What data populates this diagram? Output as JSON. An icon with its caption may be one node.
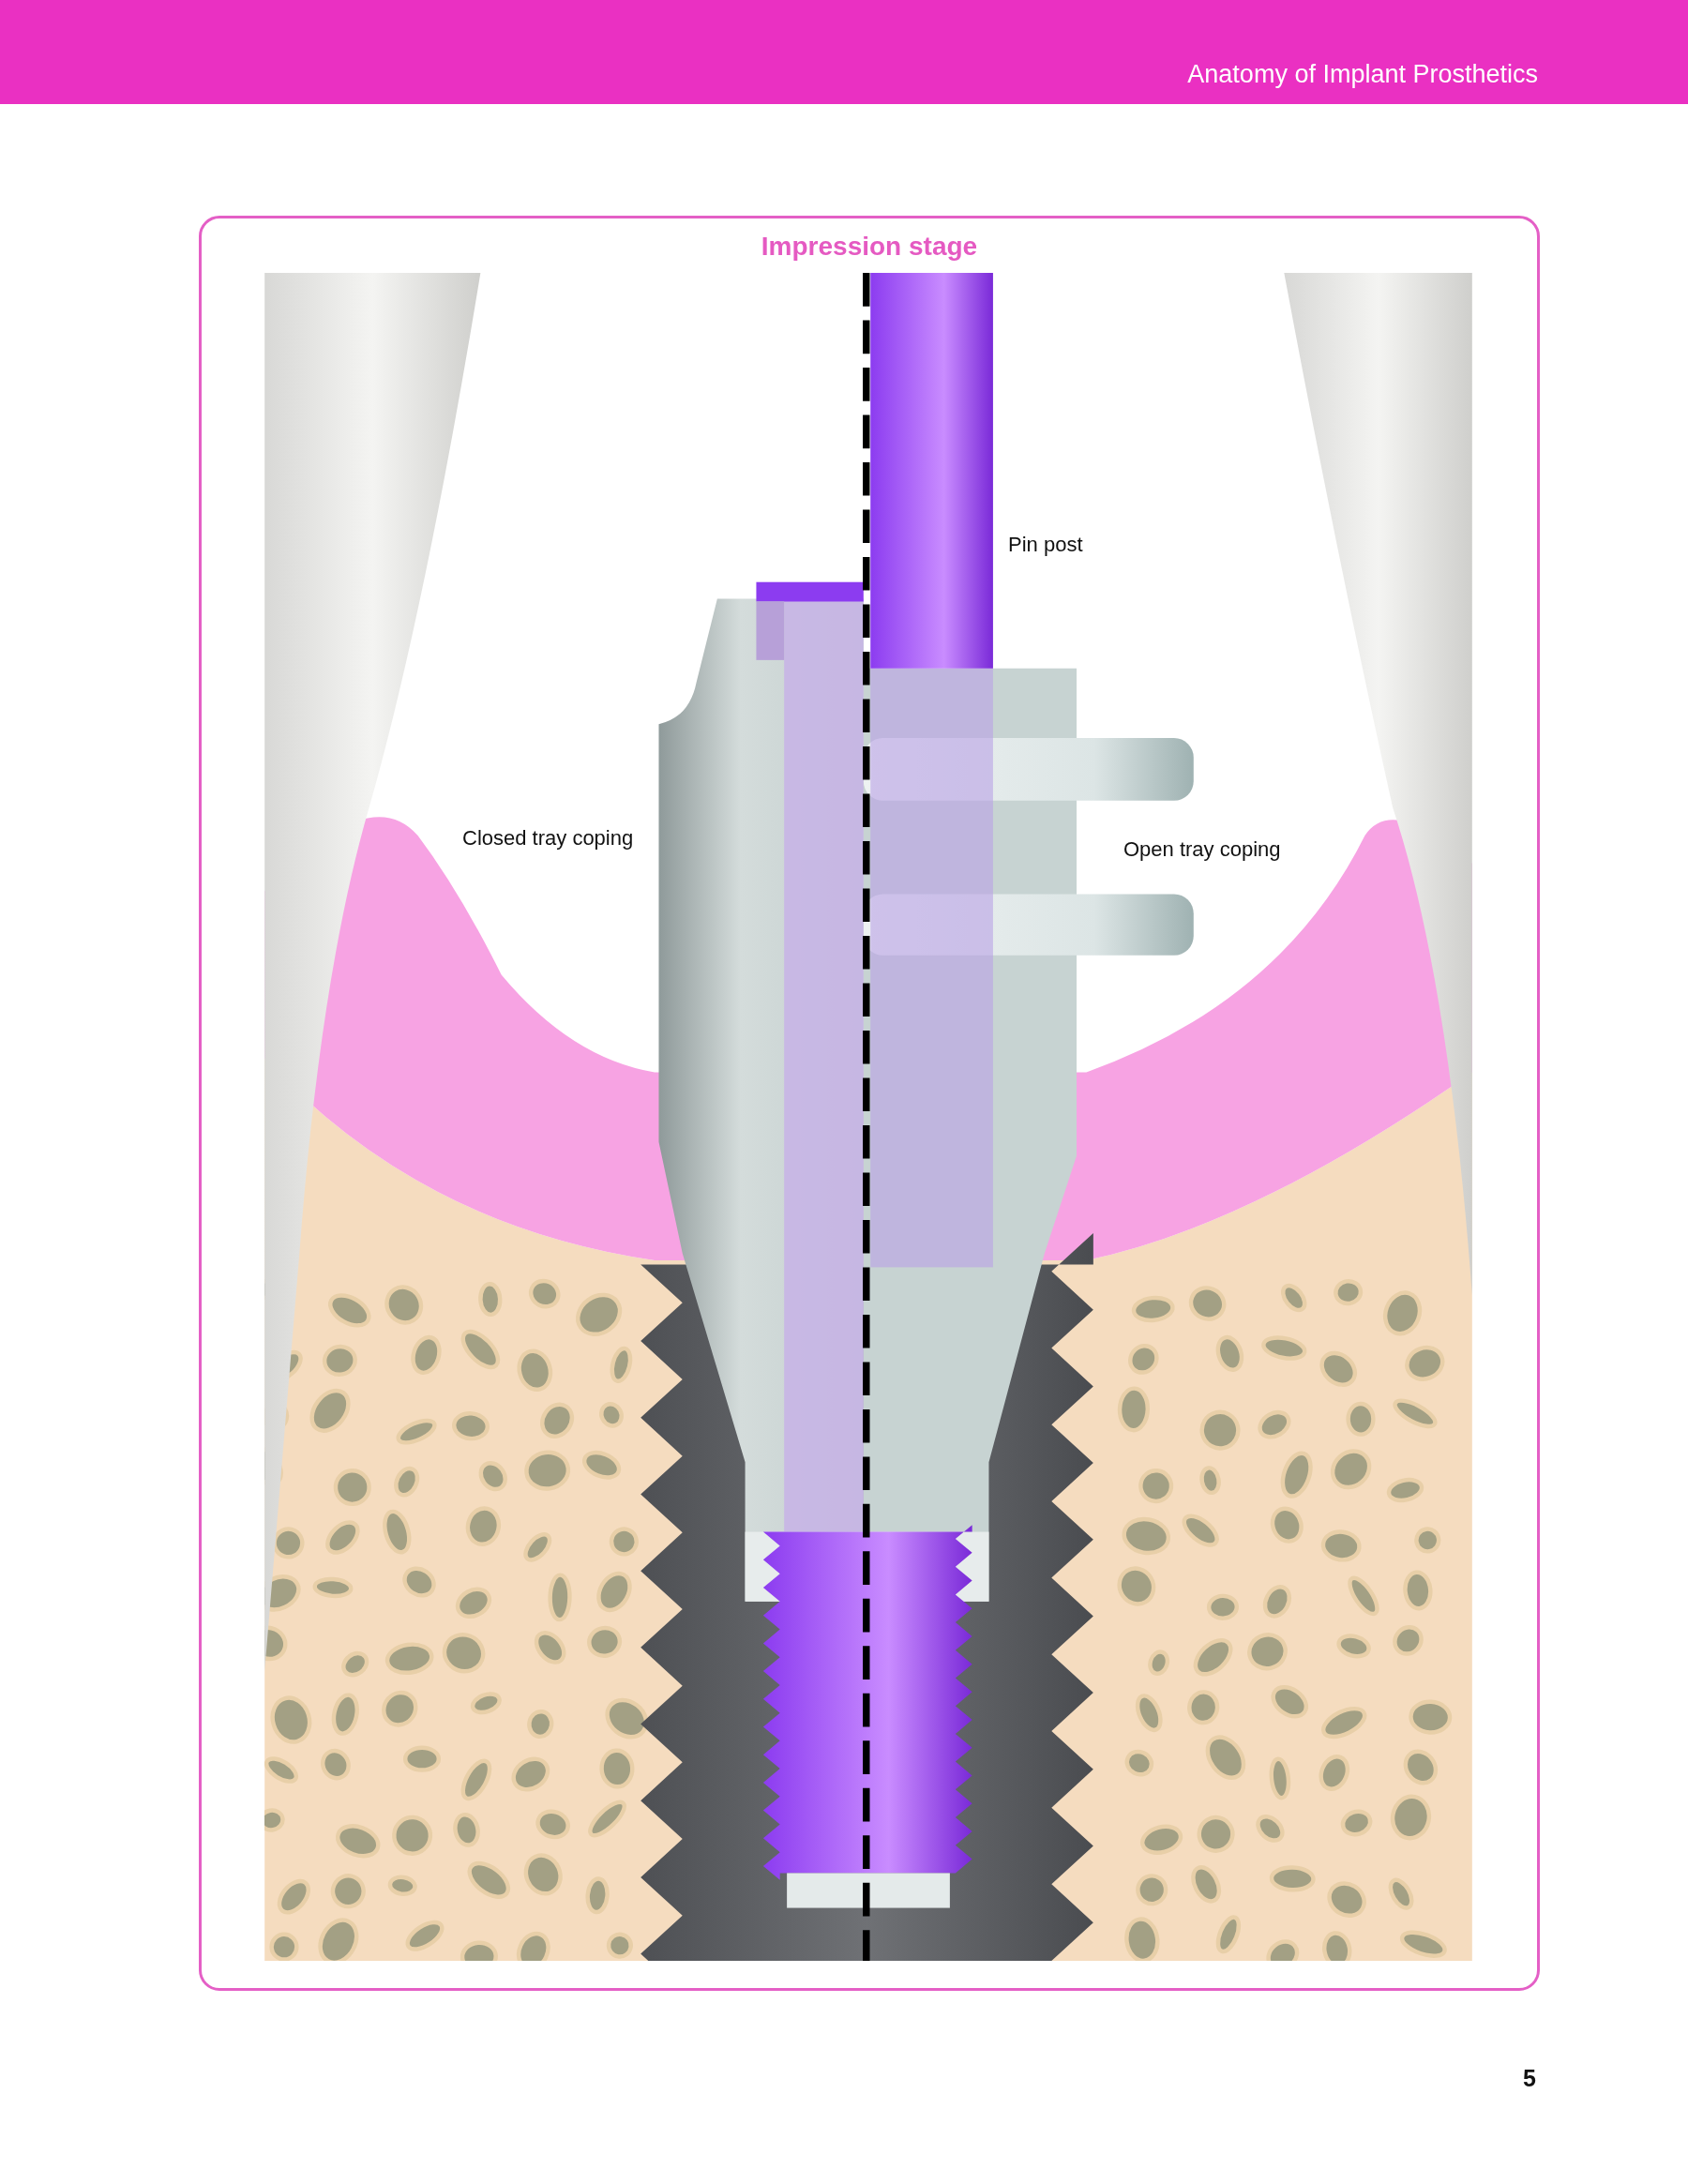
{
  "diagram": {
    "title": "Impression stage",
    "labels": [
      "Anatomy of Implant Prosthetics",
      "Pin post",
      "Closed tray coping",
      "Open tray coping",
      "5"
    ]
  }
}
